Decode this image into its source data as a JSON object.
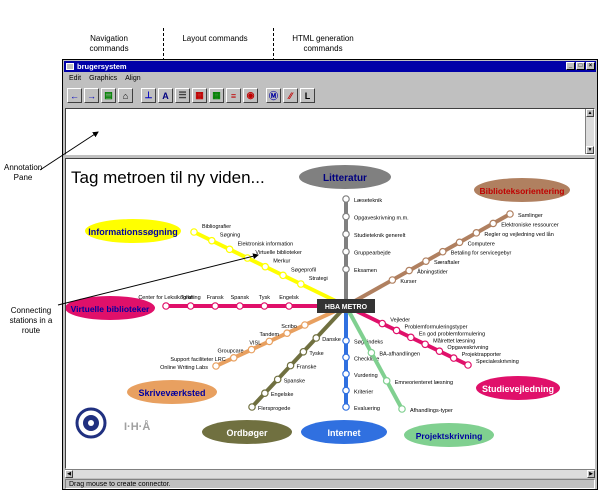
{
  "labels": {
    "nav": "Navigation commands",
    "layout": "Layout commands",
    "html": "HTML generation commands",
    "annotation": "Annotation Pane",
    "connecting": "Connecting stations in a route"
  },
  "window": {
    "title": "brugersystem",
    "controls": [
      "_",
      "□",
      "×"
    ],
    "menu": [
      "Edit",
      "Graphics",
      "Align"
    ],
    "status": "Drag mouse to create connector."
  },
  "toolbar": [
    {
      "name": "back-arrow-icon",
      "glyph": "←",
      "color": "#0000c0"
    },
    {
      "name": "forward-arrow-icon",
      "glyph": "→",
      "color": "#0000c0"
    },
    {
      "name": "image-icon",
      "glyph": "▤",
      "color": "#008000"
    },
    {
      "name": "home-icon",
      "glyph": "⌂",
      "color": "#000000"
    },
    {
      "name": "separator",
      "glyph": "",
      "color": ""
    },
    {
      "name": "align-left-icon",
      "glyph": "⊥",
      "color": "#0000c0"
    },
    {
      "name": "text-style-icon",
      "glyph": "A",
      "color": "#000080"
    },
    {
      "name": "bars-icon",
      "glyph": "☰",
      "color": "#404040"
    },
    {
      "name": "palette-icon",
      "glyph": "▦",
      "color": "#c00000"
    },
    {
      "name": "grid-icon",
      "glyph": "▦",
      "color": "#008000"
    },
    {
      "name": "lines-icon",
      "glyph": "≡",
      "color": "#c00000"
    },
    {
      "name": "circle-icon",
      "glyph": "◉",
      "color": "#c00000"
    },
    {
      "name": "separator",
      "glyph": "",
      "color": ""
    },
    {
      "name": "map-icon",
      "glyph": "Ⓜ",
      "color": "#0000a0"
    },
    {
      "name": "links-icon",
      "glyph": "⁄⁄",
      "color": "#c00000"
    },
    {
      "name": "link-text-icon",
      "glyph": "L",
      "color": "#000000"
    }
  ],
  "map": {
    "title": "Tag metroen til ny viden...",
    "hub": "HBA METRO",
    "logo_text": "I·H·Å",
    "bubbles": [
      {
        "name": "litteratur",
        "label": "Litteratur",
        "color": "#808080",
        "text": "#000080"
      },
      {
        "name": "biblioteksorientering",
        "label": "Biblioteksorientering",
        "color": "#b08060",
        "text": "#c00000"
      },
      {
        "name": "informationssoegning",
        "label": "Informationssøgning",
        "color": "#ffff00",
        "text": "#0000a0"
      },
      {
        "name": "virtuelle-biblioteker",
        "label": "Virtuelle biblioteker",
        "color": "#e0106a",
        "text": "#0000a0"
      },
      {
        "name": "skrivevaerksted",
        "label": "Skriveværksted",
        "color": "#e8a060",
        "text": "#0000a0"
      },
      {
        "name": "studievejledning",
        "label": "Studievejledning",
        "color": "#e0106a",
        "text": "#ffffff"
      },
      {
        "name": "ordboeger",
        "label": "Ordbøger",
        "color": "#707040",
        "text": "#ffffff"
      },
      {
        "name": "internet",
        "label": "Internet",
        "color": "#3070e0",
        "text": "#ffffff"
      },
      {
        "name": "projektskrivning",
        "label": "Projektskrivning",
        "color": "#80d090",
        "text": "#0000a0"
      }
    ],
    "stations": {
      "litteratur": [
        "Eksamen",
        "Gruppearbejde",
        "Studieteknik generelt",
        "Opgaveskrivning m.m.",
        "Læseteknik"
      ],
      "biblioteksorientering": [
        "Kurser",
        "Åbningstider",
        "Særaftaler",
        "Betaling for servicegebyr",
        "Computere",
        "Regler og vejledning ved lån",
        "Elektroniske ressourcer",
        "Samlinger"
      ],
      "informationssoegning": [
        "Bibliografier",
        "Søgning",
        "Elektronisk information",
        "Virtuelle biblioteker",
        "Merkur",
        "Søgeprofil",
        "Strategi"
      ],
      "virtuelle": [
        "Center for Leksikografi",
        "Tolkning",
        "Fransk",
        "Spansk",
        "Tysk",
        "Engelsk"
      ],
      "skrivevaerksted": [
        "Scribo",
        "Tandem",
        "VISL",
        "Groupcare",
        "Support faciliteter LRC",
        "Online Writing Labs"
      ],
      "ordboeger": [
        "Danske",
        "Tyske",
        "Franske",
        "Spanske",
        "Engelske",
        "Flersprogede"
      ],
      "internet": [
        "Søgeindeks",
        "Checkliste",
        "Vurdering",
        "Kriterier",
        "Evaluering"
      ],
      "projektskrivning": [
        "BA-afhandlingen",
        "Emneorienteret læsning",
        "Afhandlings-typer"
      ],
      "studievejledning": [
        "Vejleder",
        "Problemformuleringstyper",
        "En god problemformulering",
        "Målrettet læsning",
        "Opgaveskrivning",
        "Projektrapporter",
        "Specialeskrivning"
      ]
    }
  }
}
